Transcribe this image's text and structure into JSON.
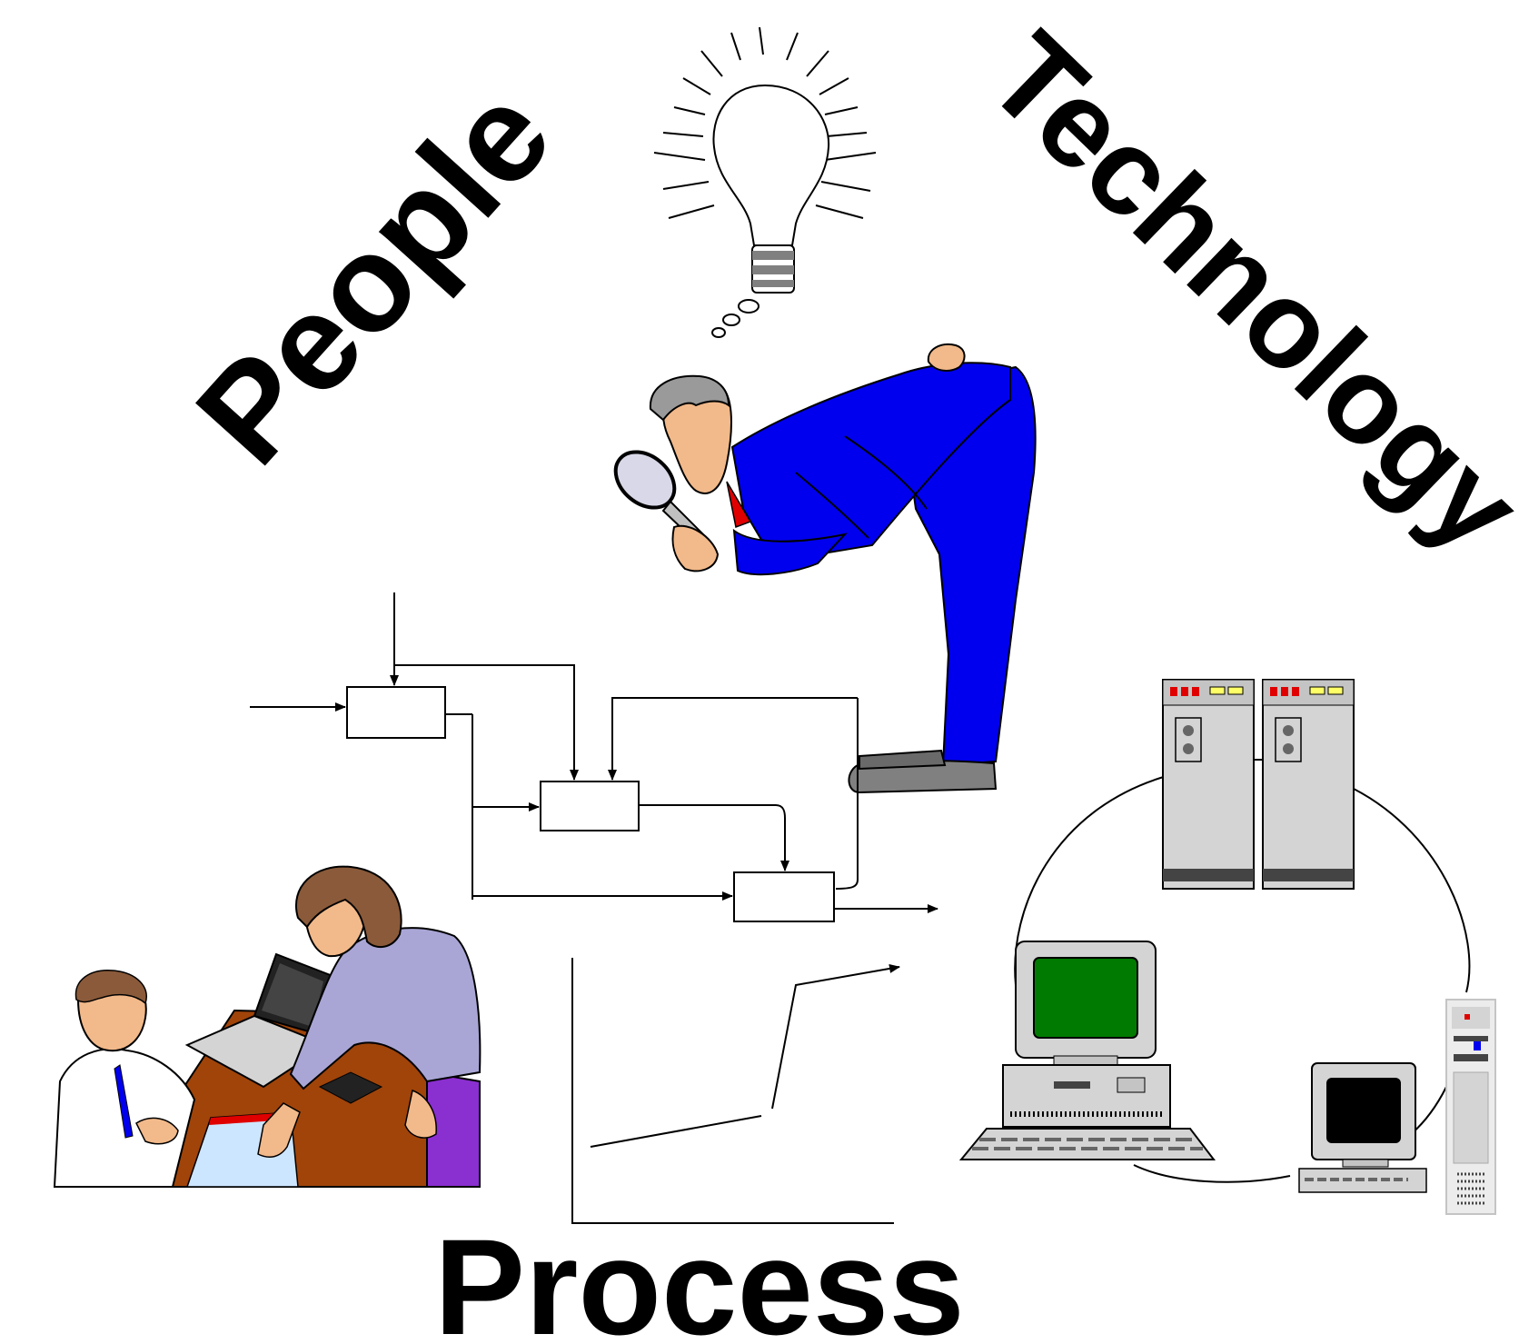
{
  "labels": {
    "people": "People",
    "technology": "Technology",
    "process": "Process"
  },
  "colors": {
    "ink": "#000000",
    "suit": "#0000ee",
    "tie": "#e00000",
    "skin": "#f2b98a",
    "hair_gray": "#9a9a9a",
    "hair_brown": "#8a5a3a",
    "desk": "#a0440a",
    "monitor_screen": "#007a00",
    "hardware_gray": "#d4d4d4",
    "sweater": "#a9a6d6",
    "skirt": "#8a2fd0",
    "paper": "#cde6ff",
    "bulb_base": "#808080"
  },
  "icons": {
    "idea": "lightbulb-icon",
    "inspector": "magnifying-glass-man-illustration",
    "team": "office-workers-illustration",
    "network": "computer-network-illustration"
  }
}
